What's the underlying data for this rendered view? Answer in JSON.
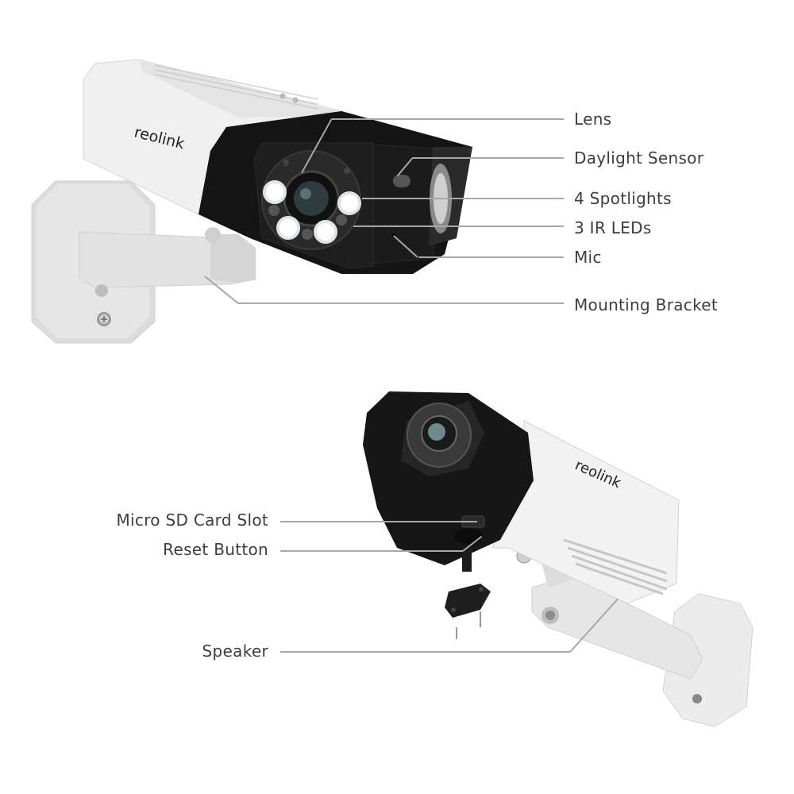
{
  "brand": "reolink",
  "colors": {
    "label_text": "#3d3d3d",
    "leader_line": "#a8a8a8",
    "body_white": "#eeeeee",
    "front_black": "#1a1a1a",
    "background": "#ffffff"
  },
  "top_view": {
    "logo": "reolink",
    "callouts": [
      {
        "label": "Lens"
      },
      {
        "label": "Daylight Sensor"
      },
      {
        "label": "4 Spotlights"
      },
      {
        "label": "3 IR LEDs"
      },
      {
        "label": "Mic"
      },
      {
        "label": "Mounting Bracket"
      }
    ]
  },
  "bottom_view": {
    "logo": "reolink",
    "callouts": [
      {
        "label": "Micro SD Card Slot"
      },
      {
        "label": "Reset Button"
      },
      {
        "label": "Speaker"
      }
    ]
  }
}
